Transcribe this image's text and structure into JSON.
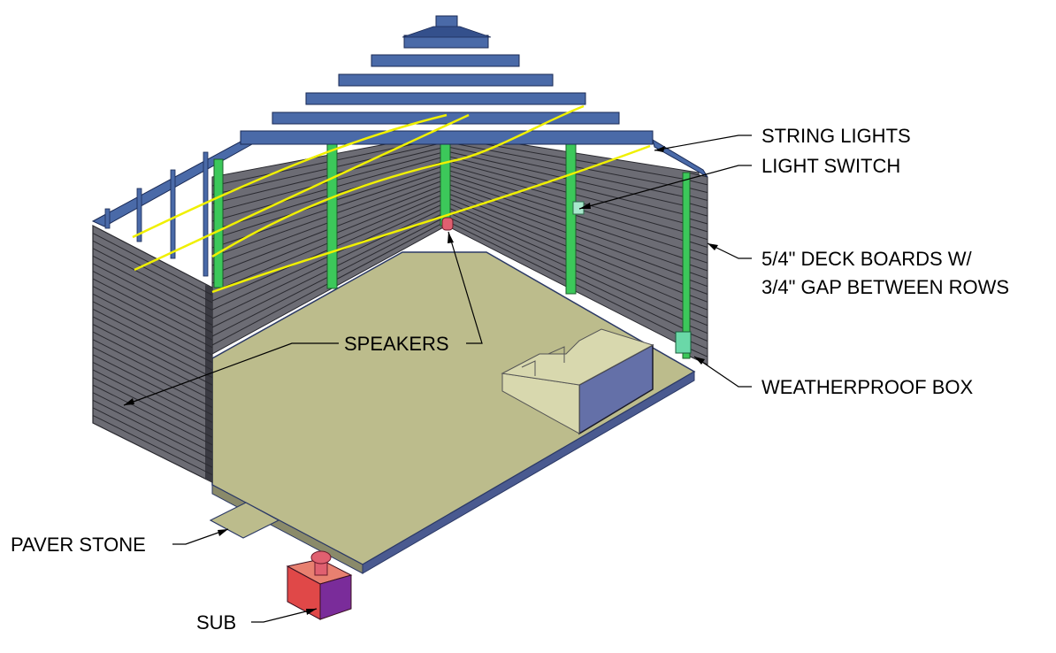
{
  "labels": {
    "string_lights": "STRING LIGHTS",
    "light_switch": "LIGHT SWITCH",
    "deck_boards_line1": "5/4\" DECK BOARDS W/",
    "deck_boards_line2": "3/4\" GAP BETWEEN ROWS",
    "weatherproof_box": "WEATHERPROOF BOX",
    "speakers": "SPEAKERS",
    "paver_stone": "PAVER STONE",
    "sub": "SUB"
  },
  "colors": {
    "wall_boards": "#6c6c74",
    "board_lines": "#2a2a30",
    "roof_beams": "#4a6aa8",
    "posts": "#3cc85a",
    "string_lights": "#f0f000",
    "floor": "#bcbc8c",
    "floor_edge": "#2c3a66",
    "bench_side": "#6470a8",
    "bench_top": "#d8d8ae",
    "sub_front": "#e04848",
    "sub_side": "#7a2c9a",
    "speaker": "#e06070",
    "light_switch": "#a8e8cc",
    "weatherproof_box": "#6ad8a8"
  }
}
